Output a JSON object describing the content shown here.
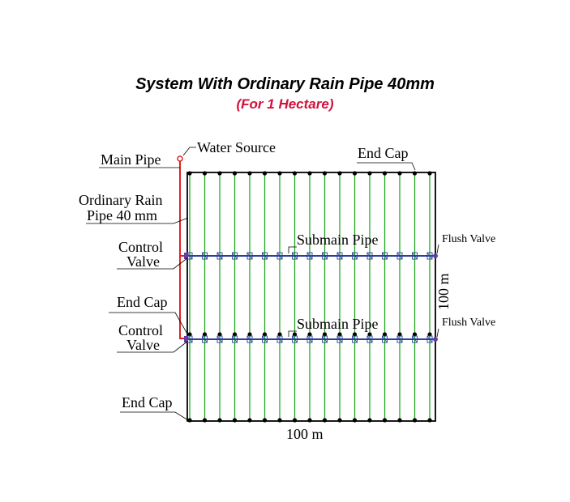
{
  "title": "System With Ordinary Rain Pipe 40mm",
  "subtitle": "(For 1 Hectare)",
  "colors": {
    "lateral": "#22aa22",
    "submain": "#2a3f9a",
    "main_pipe": "#e02020",
    "outline": "#000000",
    "subtitle": "#d0103a"
  },
  "labels": {
    "water_source": "Water Source",
    "main_pipe": "Main Pipe",
    "ordinary_rain_pipe_line1": "Ordinary Rain",
    "ordinary_rain_pipe_line2": "Pipe 40 mm",
    "control_valve_top_line1": "Control",
    "control_valve_top_line2": "Valve",
    "control_valve_bottom_line1": "Control",
    "control_valve_bottom_line2": "Valve",
    "end_cap_top": "End Cap",
    "end_cap_middle": "End Cap",
    "end_cap_bottom": "End Cap",
    "submain_pipe_top": "Submain Pipe",
    "submain_pipe_bottom": "Submain Pipe",
    "flush_valve_top": "Flush Valve",
    "flush_valve_bottom": "Flush Valve",
    "dimension_height": "100 m",
    "dimension_width": "100 m"
  }
}
